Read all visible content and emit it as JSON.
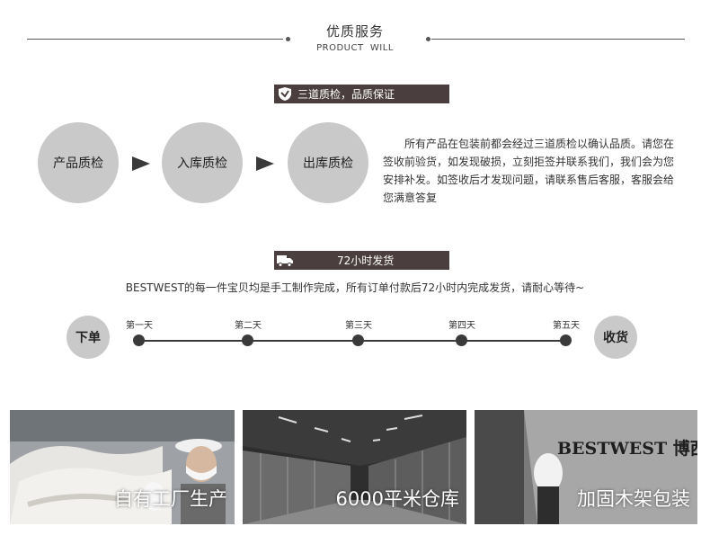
{
  "header": {
    "title": "优质服务",
    "subtitle": "PRODUCT  WILL"
  },
  "qc": {
    "banner": "三道质检，品质保证",
    "banner_icon": "shield-icon",
    "steps": [
      "产品质检",
      "入库质检",
      "出库质检"
    ],
    "description": "所有产品在包装前都会经过三道质检以确认品质。请您在签收前验货，如发现破损，立刻拒签并联系我们，我们会为您安排补发。如签收后才发现问题，请联系售后客服，客服会给您满意答复"
  },
  "shipping": {
    "banner": "72小时发货",
    "banner_icon": "truck-icon",
    "description": "BESTWEST的每一件宝贝均是手工制作完成，所有订单付款后72小时内完成发货，请耐心等待~",
    "start": "下单",
    "end": "收货",
    "days": [
      "第一天",
      "第二天",
      "第三天",
      "第四天",
      "第五天"
    ]
  },
  "photos": [
    {
      "caption": "自有工厂生产"
    },
    {
      "caption": "6000平米仓库"
    },
    {
      "caption": "加固木架包装",
      "sign_text": "BESTWEST 博西家居"
    }
  ],
  "colors": {
    "banner_bg": "#4a3f3e",
    "circle_bg": "#c9c9c9",
    "line": "#3a3a3a"
  }
}
